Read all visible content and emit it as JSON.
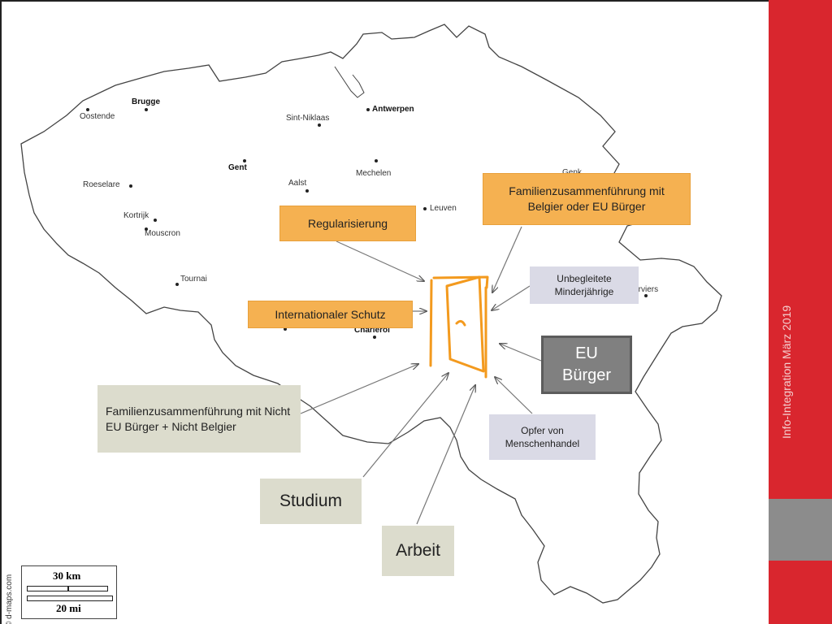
{
  "slide": {
    "footer": "Info-Integration März 2019",
    "colors": {
      "sidebar": "#d9262e",
      "sidebar_block": "#8c8c8c",
      "orange": "#f5b151",
      "lavender": "#dadae6",
      "beige": "#dcdccd",
      "dark": "#808080",
      "door": "#f39a1e"
    }
  },
  "map": {
    "cities": [
      {
        "name": "Brugge",
        "bold": true
      },
      {
        "name": "Oostende",
        "bold": false
      },
      {
        "name": "Antwerpen",
        "bold": true
      },
      {
        "name": "Sint-Niklaas",
        "bold": false
      },
      {
        "name": "Gent",
        "bold": true
      },
      {
        "name": "Aalst",
        "bold": false
      },
      {
        "name": "Mechelen",
        "bold": false
      },
      {
        "name": "Roeselare",
        "bold": false
      },
      {
        "name": "Leuven",
        "bold": false
      },
      {
        "name": "Kortrijk",
        "bold": false
      },
      {
        "name": "Mouscron",
        "bold": false
      },
      {
        "name": "Tournai",
        "bold": false
      },
      {
        "name": "Charleroi",
        "bold": true
      },
      {
        "name": "Genk",
        "bold": false
      },
      {
        "name": "Verviers",
        "bold": false
      }
    ],
    "credit": "© d-maps.com",
    "scale": {
      "km": "30 km",
      "mi": "20 mi"
    }
  },
  "labels": {
    "regularisierung": "Regularisierung",
    "familien_eu": "Familienzusammenführung mit Belgier oder EU Bürger",
    "unbegleitete": "Unbegleitete Minderjährige",
    "internationaler": "Internationaler Schutz",
    "eu_buerger": "EU Bürger",
    "familien_nicht_eu": "Familienzusammenführung mit Nicht EU Bürger + Nicht Belgier",
    "opfer": "Opfer von Menschenhandel",
    "studium": "Studium",
    "arbeit": "Arbeit"
  }
}
